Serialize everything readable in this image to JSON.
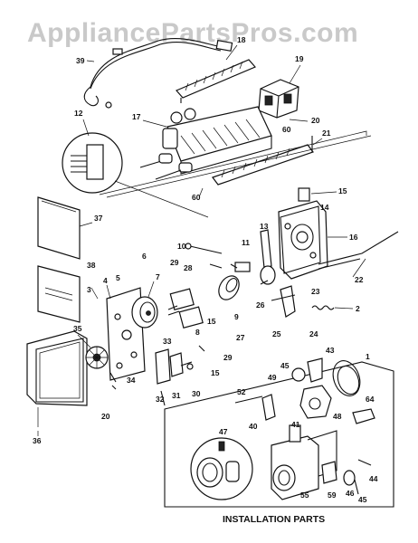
{
  "watermark": "AppliancePartsPros.com",
  "caption": "INSTALLATION PARTS",
  "callouts": [
    {
      "id": "39",
      "label": "39"
    },
    {
      "id": "18",
      "label": "18"
    },
    {
      "id": "19",
      "label": "19"
    },
    {
      "id": "12",
      "label": "12"
    },
    {
      "id": "17",
      "label": "17"
    },
    {
      "id": "20",
      "label": "20"
    },
    {
      "id": "60a",
      "label": "60"
    },
    {
      "id": "21",
      "label": "21"
    },
    {
      "id": "60b",
      "label": "60"
    },
    {
      "id": "15a",
      "label": "15"
    },
    {
      "id": "14",
      "label": "14"
    },
    {
      "id": "37",
      "label": "37"
    },
    {
      "id": "13",
      "label": "13"
    },
    {
      "id": "16",
      "label": "16"
    },
    {
      "id": "10",
      "label": "10"
    },
    {
      "id": "11",
      "label": "11"
    },
    {
      "id": "6",
      "label": "6"
    },
    {
      "id": "29a",
      "label": "29"
    },
    {
      "id": "28",
      "label": "28"
    },
    {
      "id": "22",
      "label": "22"
    },
    {
      "id": "38",
      "label": "38"
    },
    {
      "id": "3",
      "label": "3"
    },
    {
      "id": "4",
      "label": "4"
    },
    {
      "id": "5",
      "label": "5"
    },
    {
      "id": "7",
      "label": "7"
    },
    {
      "id": "23",
      "label": "23"
    },
    {
      "id": "26",
      "label": "26"
    },
    {
      "id": "9",
      "label": "9"
    },
    {
      "id": "15b",
      "label": "15"
    },
    {
      "id": "2",
      "label": "2"
    },
    {
      "id": "35",
      "label": "35"
    },
    {
      "id": "8",
      "label": "8"
    },
    {
      "id": "27",
      "label": "27"
    },
    {
      "id": "25",
      "label": "25"
    },
    {
      "id": "24",
      "label": "24"
    },
    {
      "id": "33",
      "label": "33"
    },
    {
      "id": "29b",
      "label": "29"
    },
    {
      "id": "43",
      "label": "43"
    },
    {
      "id": "15c",
      "label": "15"
    },
    {
      "id": "45a",
      "label": "45"
    },
    {
      "id": "1",
      "label": "1"
    },
    {
      "id": "49",
      "label": "49"
    },
    {
      "id": "34",
      "label": "34"
    },
    {
      "id": "32",
      "label": "32"
    },
    {
      "id": "31",
      "label": "31"
    },
    {
      "id": "30",
      "label": "30"
    },
    {
      "id": "52",
      "label": "52"
    },
    {
      "id": "64",
      "label": "64"
    },
    {
      "id": "20b",
      "label": "20"
    },
    {
      "id": "40",
      "label": "40"
    },
    {
      "id": "48",
      "label": "48"
    },
    {
      "id": "47",
      "label": "47"
    },
    {
      "id": "41",
      "label": "41"
    },
    {
      "id": "36",
      "label": "36"
    },
    {
      "id": "44",
      "label": "44"
    },
    {
      "id": "55",
      "label": "55"
    },
    {
      "id": "59",
      "label": "59"
    },
    {
      "id": "46",
      "label": "46"
    },
    {
      "id": "45b",
      "label": "45"
    }
  ]
}
